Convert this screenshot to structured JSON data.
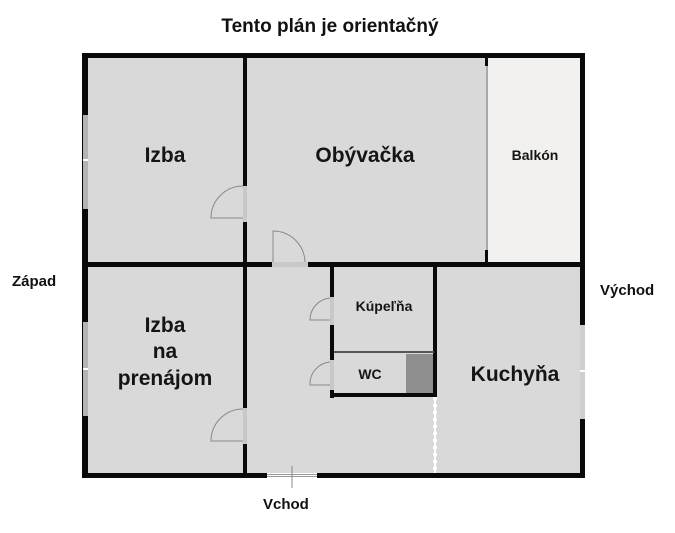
{
  "title": "Tento plán je orientačný",
  "compass": {
    "west": "Západ",
    "east": "Východ",
    "entrance": "Vchod"
  },
  "rooms": {
    "izba": "Izba",
    "obyvacka": "Obývačka",
    "balkon": "Balkón",
    "izba_prenajom_line1": "Izba",
    "izba_prenajom_line2": "na",
    "izba_prenajom_line3": "prenájom",
    "kupelna": "Kúpeľňa",
    "wc": "WC",
    "kuchyna": "Kuchyňa"
  },
  "colors": {
    "wall": "#0a0a0a",
    "room_fill": "#d9d9d9",
    "balcony_fill": "#f2f1ef",
    "window": "#b4b4b4",
    "shaft": "#8f8f8f",
    "door_arc": "#8a8a8a"
  }
}
